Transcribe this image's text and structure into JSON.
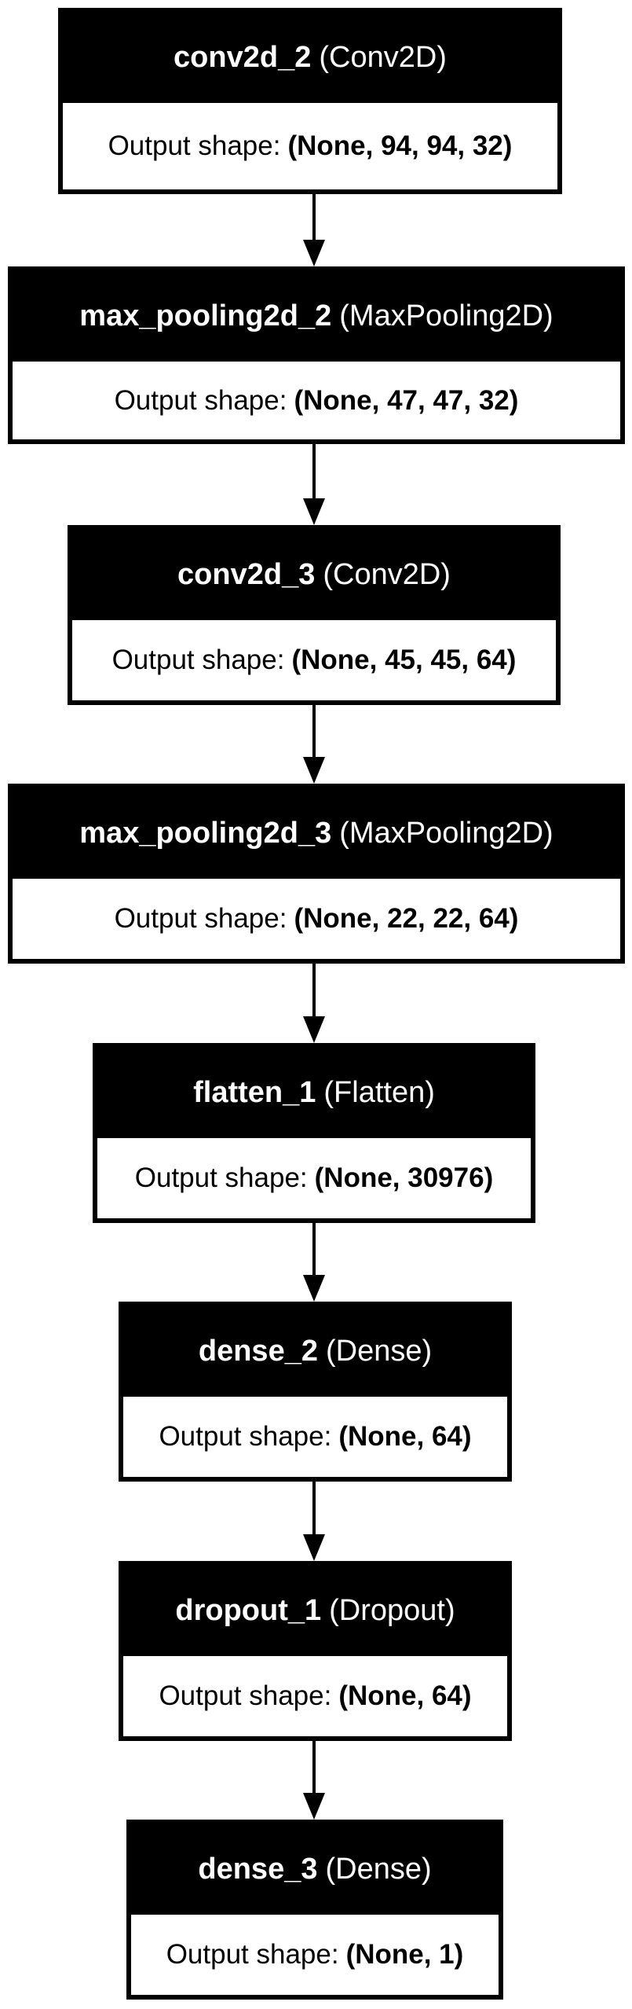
{
  "layers": [
    {
      "name": "conv2d_2",
      "type": "(Conv2D)",
      "output_label": "Output shape:",
      "output_shape": "(None, 94, 94, 32)"
    },
    {
      "name": "max_pooling2d_2",
      "type": "(MaxPooling2D)",
      "output_label": "Output shape:",
      "output_shape": "(None, 47, 47, 32)"
    },
    {
      "name": "conv2d_3",
      "type": "(Conv2D)",
      "output_label": "Output shape:",
      "output_shape": "(None, 45, 45, 64)"
    },
    {
      "name": "max_pooling2d_3",
      "type": "(MaxPooling2D)",
      "output_label": "Output shape:",
      "output_shape": "(None, 22, 22, 64)"
    },
    {
      "name": "flatten_1",
      "type": "(Flatten)",
      "output_label": "Output shape:",
      "output_shape": "(None, 30976)"
    },
    {
      "name": "dense_2",
      "type": "(Dense)",
      "output_label": "Output shape:",
      "output_shape": "(None, 64)"
    },
    {
      "name": "dropout_1",
      "type": "(Dropout)",
      "output_label": "Output shape:",
      "output_shape": "(None, 64)"
    },
    {
      "name": "dense_3",
      "type": "(Dense)",
      "output_label": "Output shape:",
      "output_shape": "(None, 1)"
    }
  ],
  "edges": [
    {
      "from": "conv2d_2",
      "to": "max_pooling2d_2"
    },
    {
      "from": "max_pooling2d_2",
      "to": "conv2d_3"
    },
    {
      "from": "conv2d_3",
      "to": "max_pooling2d_3"
    },
    {
      "from": "max_pooling2d_3",
      "to": "flatten_1"
    },
    {
      "from": "flatten_1",
      "to": "dense_2"
    },
    {
      "from": "dense_2",
      "to": "dropout_1"
    },
    {
      "from": "dropout_1",
      "to": "dense_3"
    }
  ]
}
